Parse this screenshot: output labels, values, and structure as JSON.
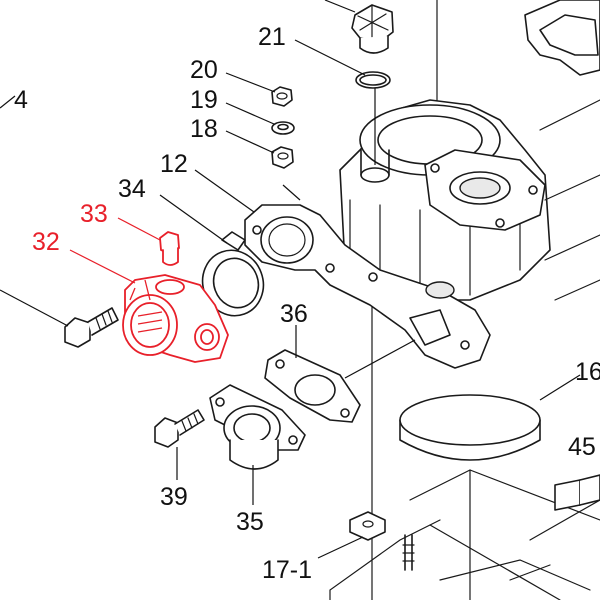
{
  "diagram": {
    "accent_color": "#e8202a",
    "line_color": "#1a1a1a",
    "callouts": [
      {
        "id": "4",
        "text": "4",
        "highlighted": false
      },
      {
        "id": "21",
        "text": "21",
        "highlighted": false
      },
      {
        "id": "20",
        "text": "20",
        "highlighted": false
      },
      {
        "id": "19",
        "text": "19",
        "highlighted": false
      },
      {
        "id": "18",
        "text": "18",
        "highlighted": false
      },
      {
        "id": "12",
        "text": "12",
        "highlighted": false
      },
      {
        "id": "34",
        "text": "34",
        "highlighted": false
      },
      {
        "id": "33",
        "text": "33",
        "highlighted": true
      },
      {
        "id": "32",
        "text": "32",
        "highlighted": true
      },
      {
        "id": "36",
        "text": "36",
        "highlighted": false
      },
      {
        "id": "16",
        "text": "16",
        "highlighted": false
      },
      {
        "id": "45",
        "text": "45",
        "highlighted": false
      },
      {
        "id": "39",
        "text": "39",
        "highlighted": false
      },
      {
        "id": "35",
        "text": "35",
        "highlighted": false
      },
      {
        "id": "17-1",
        "text": "17-1",
        "highlighted": false
      }
    ]
  }
}
